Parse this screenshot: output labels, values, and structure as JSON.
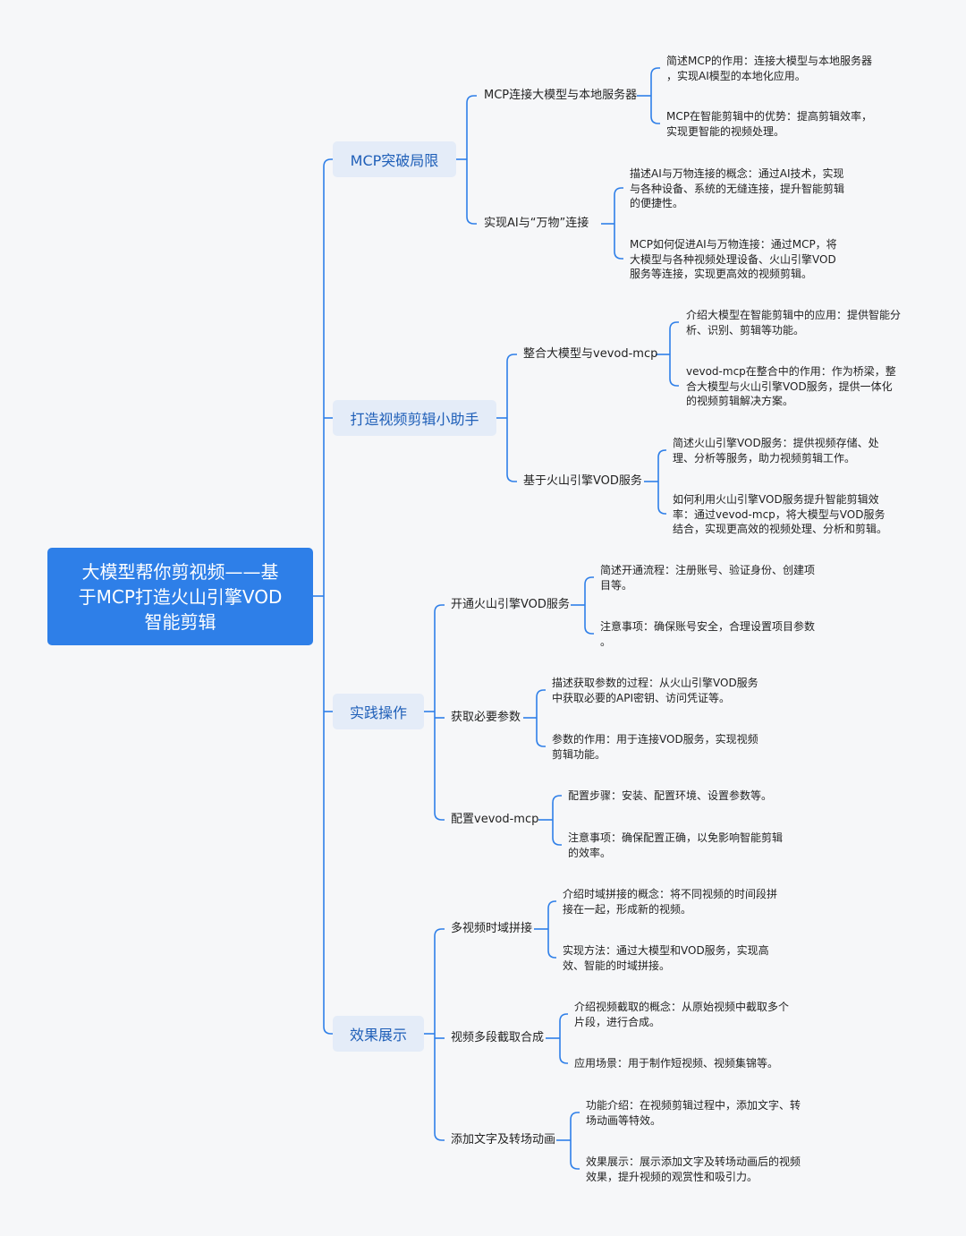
{
  "root": {
    "title": "大模型帮你剪视频——基\n于MCP打造火山引擎VOD\n智能剪辑"
  },
  "branches": [
    {
      "label": "MCP突破局限",
      "children": [
        {
          "label": "MCP连接大模型与本地服务器",
          "notes": [
            "简述MCP的作用：连接大模型与本地服务器\n，实现AI模型的本地化应用。",
            "MCP在智能剪辑中的优势：提高剪辑效率，\n实现更智能的视频处理。"
          ]
        },
        {
          "label": "实现AI与“万物”连接",
          "notes": [
            "描述AI与万物连接的概念：通过AI技术，实现\n与各种设备、系统的无缝连接，提升智能剪辑\n的便捷性。",
            "MCP如何促进AI与万物连接：通过MCP，将\n大模型与各种视频处理设备、火山引擎VOD\n服务等连接，实现更高效的视频剪辑。"
          ]
        }
      ]
    },
    {
      "label": "打造视频剪辑小助手",
      "children": [
        {
          "label": "整合大模型与vevod-mcp",
          "notes": [
            "介绍大模型在智能剪辑中的应用：提供智能分\n析、识别、剪辑等功能。",
            "vevod-mcp在整合中的作用：作为桥梁，整\n合大模型与火山引擎VOD服务，提供一体化\n的视频剪辑解决方案。"
          ]
        },
        {
          "label": "基于火山引擎VOD服务",
          "notes": [
            "简述火山引擎VOD服务：提供视频存储、处\n理、分析等服务，助力视频剪辑工作。",
            "如何利用火山引擎VOD服务提升智能剪辑效\n率：通过vevod-mcp，将大模型与VOD服务\n结合，实现更高效的视频处理、分析和剪辑。"
          ]
        }
      ]
    },
    {
      "label": "实践操作",
      "children": [
        {
          "label": "开通火山引擎VOD服务",
          "notes": [
            "简述开通流程：注册账号、验证身份、创建项\n目等。",
            "注意事项：确保账号安全，合理设置项目参数\n。"
          ]
        },
        {
          "label": "获取必要参数",
          "notes": [
            "描述获取参数的过程：从火山引擎VOD服务\n中获取必要的API密钥、访问凭证等。",
            "参数的作用：用于连接VOD服务，实现视频\n剪辑功能。"
          ]
        },
        {
          "label": "配置vevod-mcp",
          "notes": [
            "配置步骤：安装、配置环境、设置参数等。",
            "注意事项：确保配置正确，以免影响智能剪辑\n的效率。"
          ]
        }
      ]
    },
    {
      "label": "效果展示",
      "children": [
        {
          "label": "多视频时域拼接",
          "notes": [
            "介绍时域拼接的概念：将不同视频的时间段拼\n接在一起，形成新的视频。",
            "实现方法：通过大模型和VOD服务，实现高\n效、智能的时域拼接。"
          ]
        },
        {
          "label": "视频多段截取合成",
          "notes": [
            "介绍视频截取的概念：从原始视频中截取多个\n片段，进行合成。",
            "应用场景：用于制作短视频、视频集锦等。"
          ]
        },
        {
          "label": "添加文字及转场动画",
          "notes": [
            "功能介绍：在视频剪辑过程中，添加文字、转\n场动画等特效。",
            "效果展示：展示添加文字及转场动画后的视频\n效果，提升视频的观赏性和吸引力。"
          ]
        }
      ]
    }
  ],
  "colors": {
    "root_bg": "#2e7fe8",
    "line": "#2e7fe8",
    "l1_bg": "#e4ecf8",
    "l1_text": "#1f5fb8",
    "background": "#f6f7f9"
  }
}
